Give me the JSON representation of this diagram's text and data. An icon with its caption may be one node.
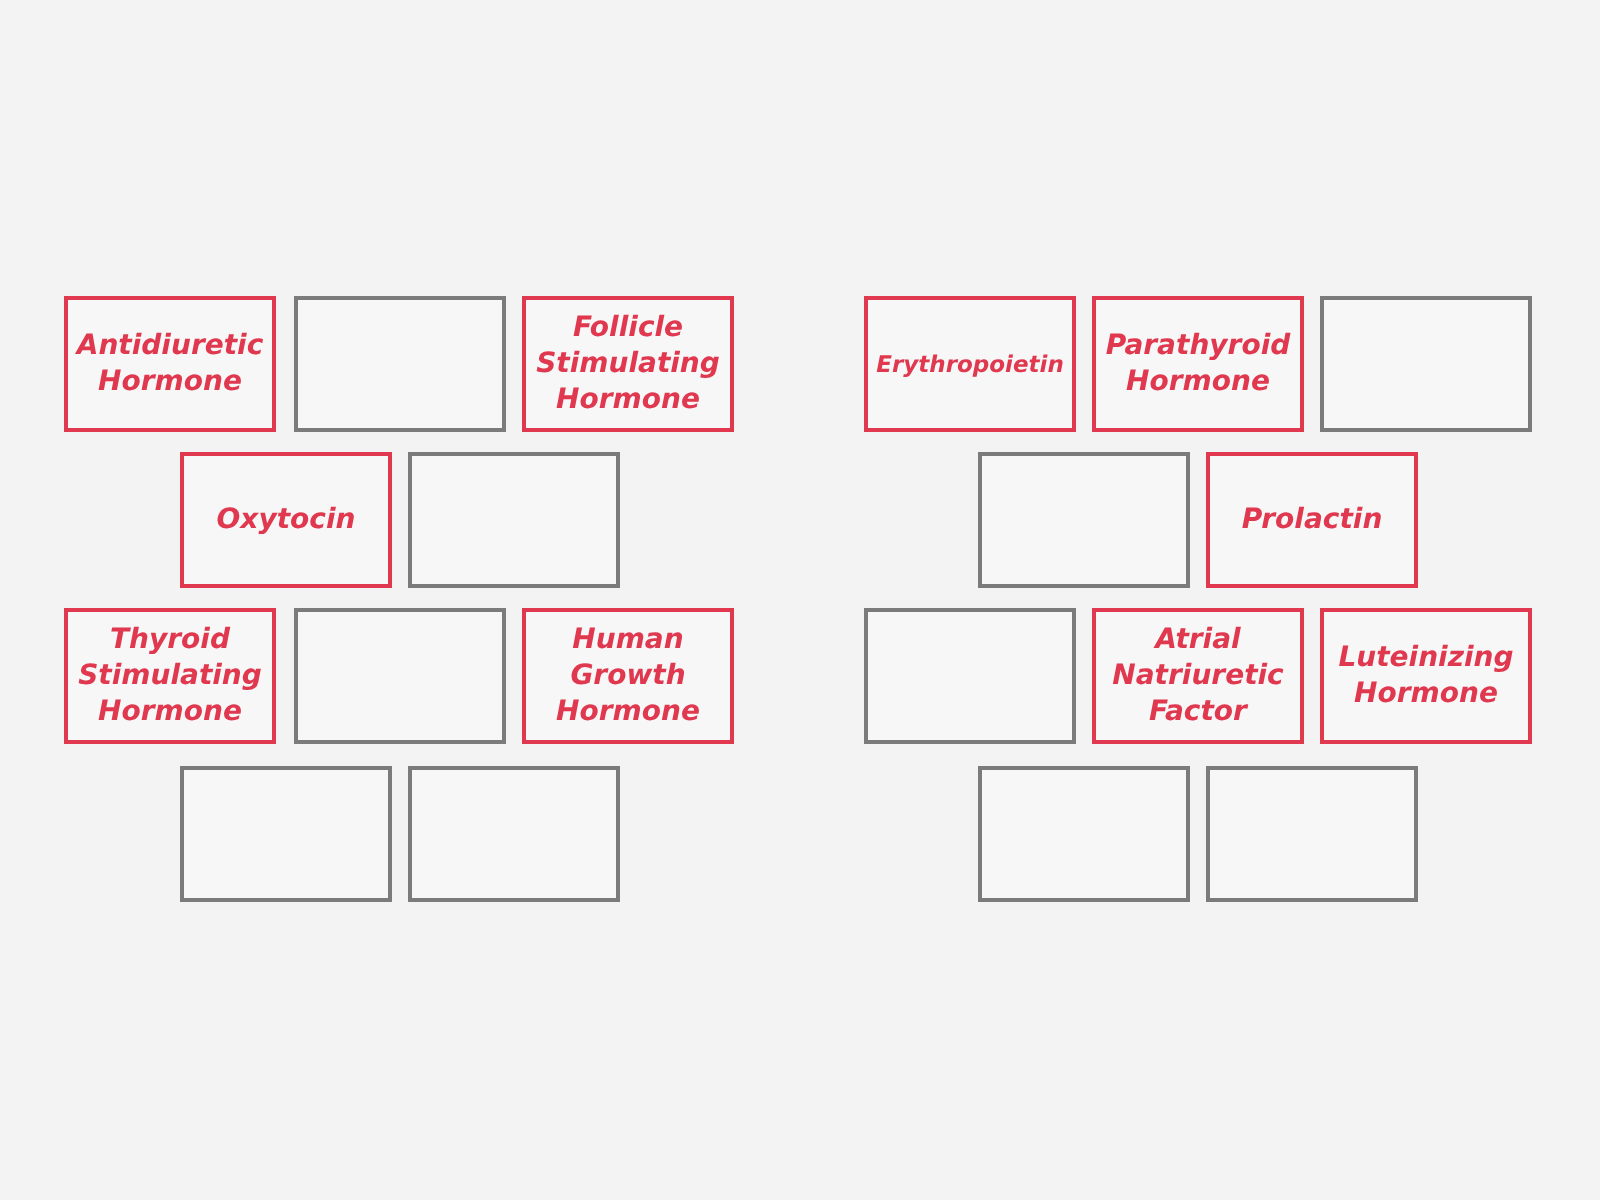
{
  "diagram": {
    "nodes": [
      {
        "text": [
          "Antidiuretic Hormone"
        ]
      },
      {
        "text": [],
        "shape": "box"
      },
      {
        "text": [
          "Follicle Stimulating Hormone"
        ]
      },
      {
        "text": [
          "Oxytocin"
        ]
      },
      {
        "text": [],
        "shape": "box"
      },
      {
        "text": [
          "Thyroid Stimulating Hormone"
        ]
      },
      {
        "text": [],
        "shape": "box"
      },
      {
        "text": [
          "Human Growth Hormone"
        ]
      },
      {
        "text": [],
        "shape": "box"
      },
      {
        "text": [],
        "shape": "box"
      },
      {
        "text": [
          "Erythropoietin"
        ]
      },
      {
        "text": [
          "Parathyroid Hormone"
        ]
      },
      {
        "text": [],
        "shape": "box"
      },
      {
        "text": [],
        "shape": "box"
      },
      {
        "text": [
          "Prolactin"
        ]
      },
      {
        "text": [],
        "shape": "box"
      },
      {
        "text": [
          "Atrial Natriuretic Factor"
        ]
      },
      {
        "text": [
          "Luteinizing Hormone"
        ]
      },
      {
        "text": [],
        "shape": "box"
      },
      {
        "text": [],
        "shape": "box"
      }
    ]
  }
}
